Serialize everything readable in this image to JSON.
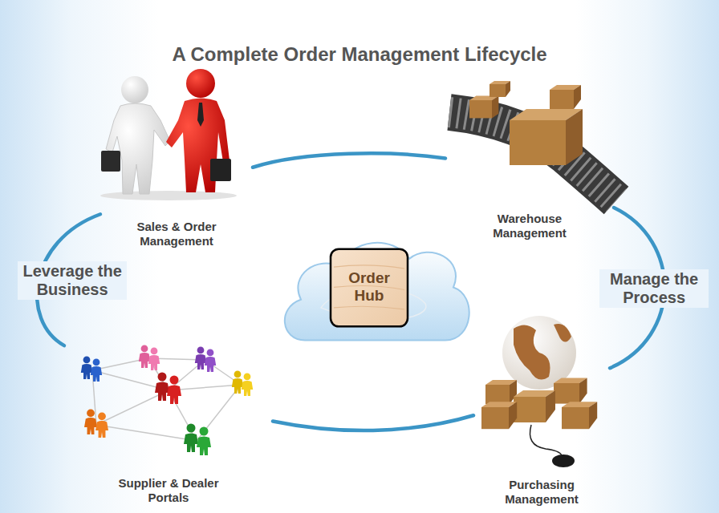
{
  "diagram": {
    "title": "A Complete Order Management Lifecycle",
    "nodes": [
      {
        "text": [
          "Sales & Order Management"
        ]
      },
      {
        "text": [
          "Warehouse Management"
        ]
      },
      {
        "text": [
          "Order Hub"
        ]
      },
      {
        "text": [
          "Supplier & Dealer Portals"
        ]
      },
      {
        "text": [
          "Purchasing Management"
        ]
      }
    ],
    "edges": [
      {
        "from": 0,
        "to": 1,
        "arrow": "none"
      },
      {
        "from": 1,
        "to": 4,
        "arrow": "none",
        "label": "Manage the Process"
      },
      {
        "from": 4,
        "to": 3,
        "arrow": "none"
      },
      {
        "from": 3,
        "to": 0,
        "arrow": "none",
        "label": "Leverage the Business"
      }
    ]
  }
}
